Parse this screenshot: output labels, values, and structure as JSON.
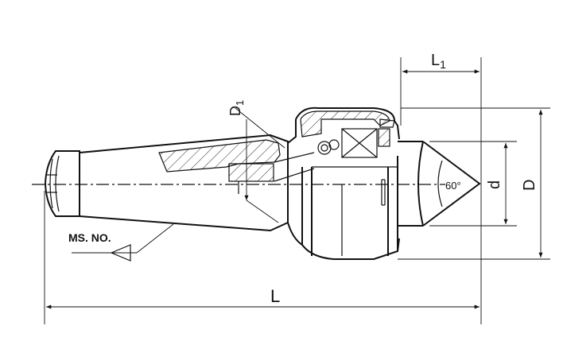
{
  "labels": {
    "L": "L",
    "L1_main": "L",
    "L1_sub": "1",
    "D": "D",
    "d": "d",
    "D1_main": "D",
    "D1_sub": "1",
    "angle": "60°",
    "taper": "MS. NO."
  }
}
